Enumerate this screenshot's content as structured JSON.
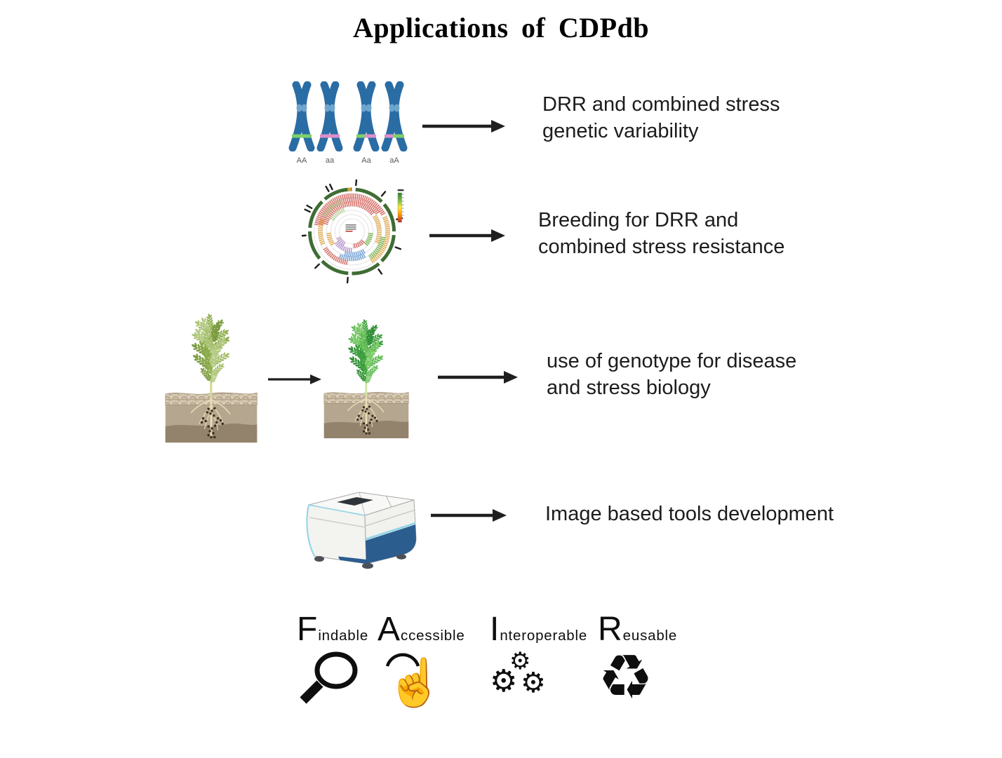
{
  "title": "Applications of CDPdb",
  "rows": {
    "genetic_variability": {
      "caption": "DRR and combined stress\ngenetic variability"
    },
    "breeding": {
      "caption": "Breeding for DRR and\ncombined stress resistance"
    },
    "genotype_use": {
      "caption": "use of genotype for disease\nand stress biology"
    },
    "image_tools": {
      "caption": "Image based tools development"
    }
  },
  "chromosomes": {
    "genotypes": [
      {
        "label": "AA",
        "left_band": "green",
        "right_band": "green"
      },
      {
        "label": "aa",
        "left_band": "pink",
        "right_band": "pink"
      },
      {
        "label": "Aa",
        "left_band": "green",
        "right_band": "pink"
      },
      {
        "label": "aA",
        "left_band": "pink",
        "right_band": "green"
      }
    ]
  },
  "fair": {
    "items": [
      {
        "initial": "F",
        "rest": "indable",
        "icon": "magnifier-icon"
      },
      {
        "initial": "A",
        "rest": "ccessible",
        "icon": "click-hand-icon"
      },
      {
        "initial": "I",
        "rest": "nteroperable",
        "icon": "gears-icon"
      },
      {
        "initial": "R",
        "rest": "eusable",
        "icon": "recycle-icon"
      }
    ]
  },
  "glyphs": {
    "gear": "⚙",
    "recycle": "♻",
    "hand": "☝"
  },
  "colors": {
    "title_text": "#000000",
    "caption_text": "#1c1c1c",
    "arrow": "#1f1f1f",
    "chromosome_blue": "#2a6da5",
    "centromere_blue": "#72a9cf",
    "band_green": "#7ed06a",
    "band_pink": "#dd8ecb",
    "fair_black": "#0e0e0e",
    "circos_ring_green": "#3f6d33",
    "soil_light": "#d8ccb6",
    "soil_mid": "#b5a68f",
    "soil_dark": "#93826c",
    "root": "#e9dcb4",
    "machine_blue": "#2c5d8f",
    "machine_trim": "#8fd4e8"
  }
}
